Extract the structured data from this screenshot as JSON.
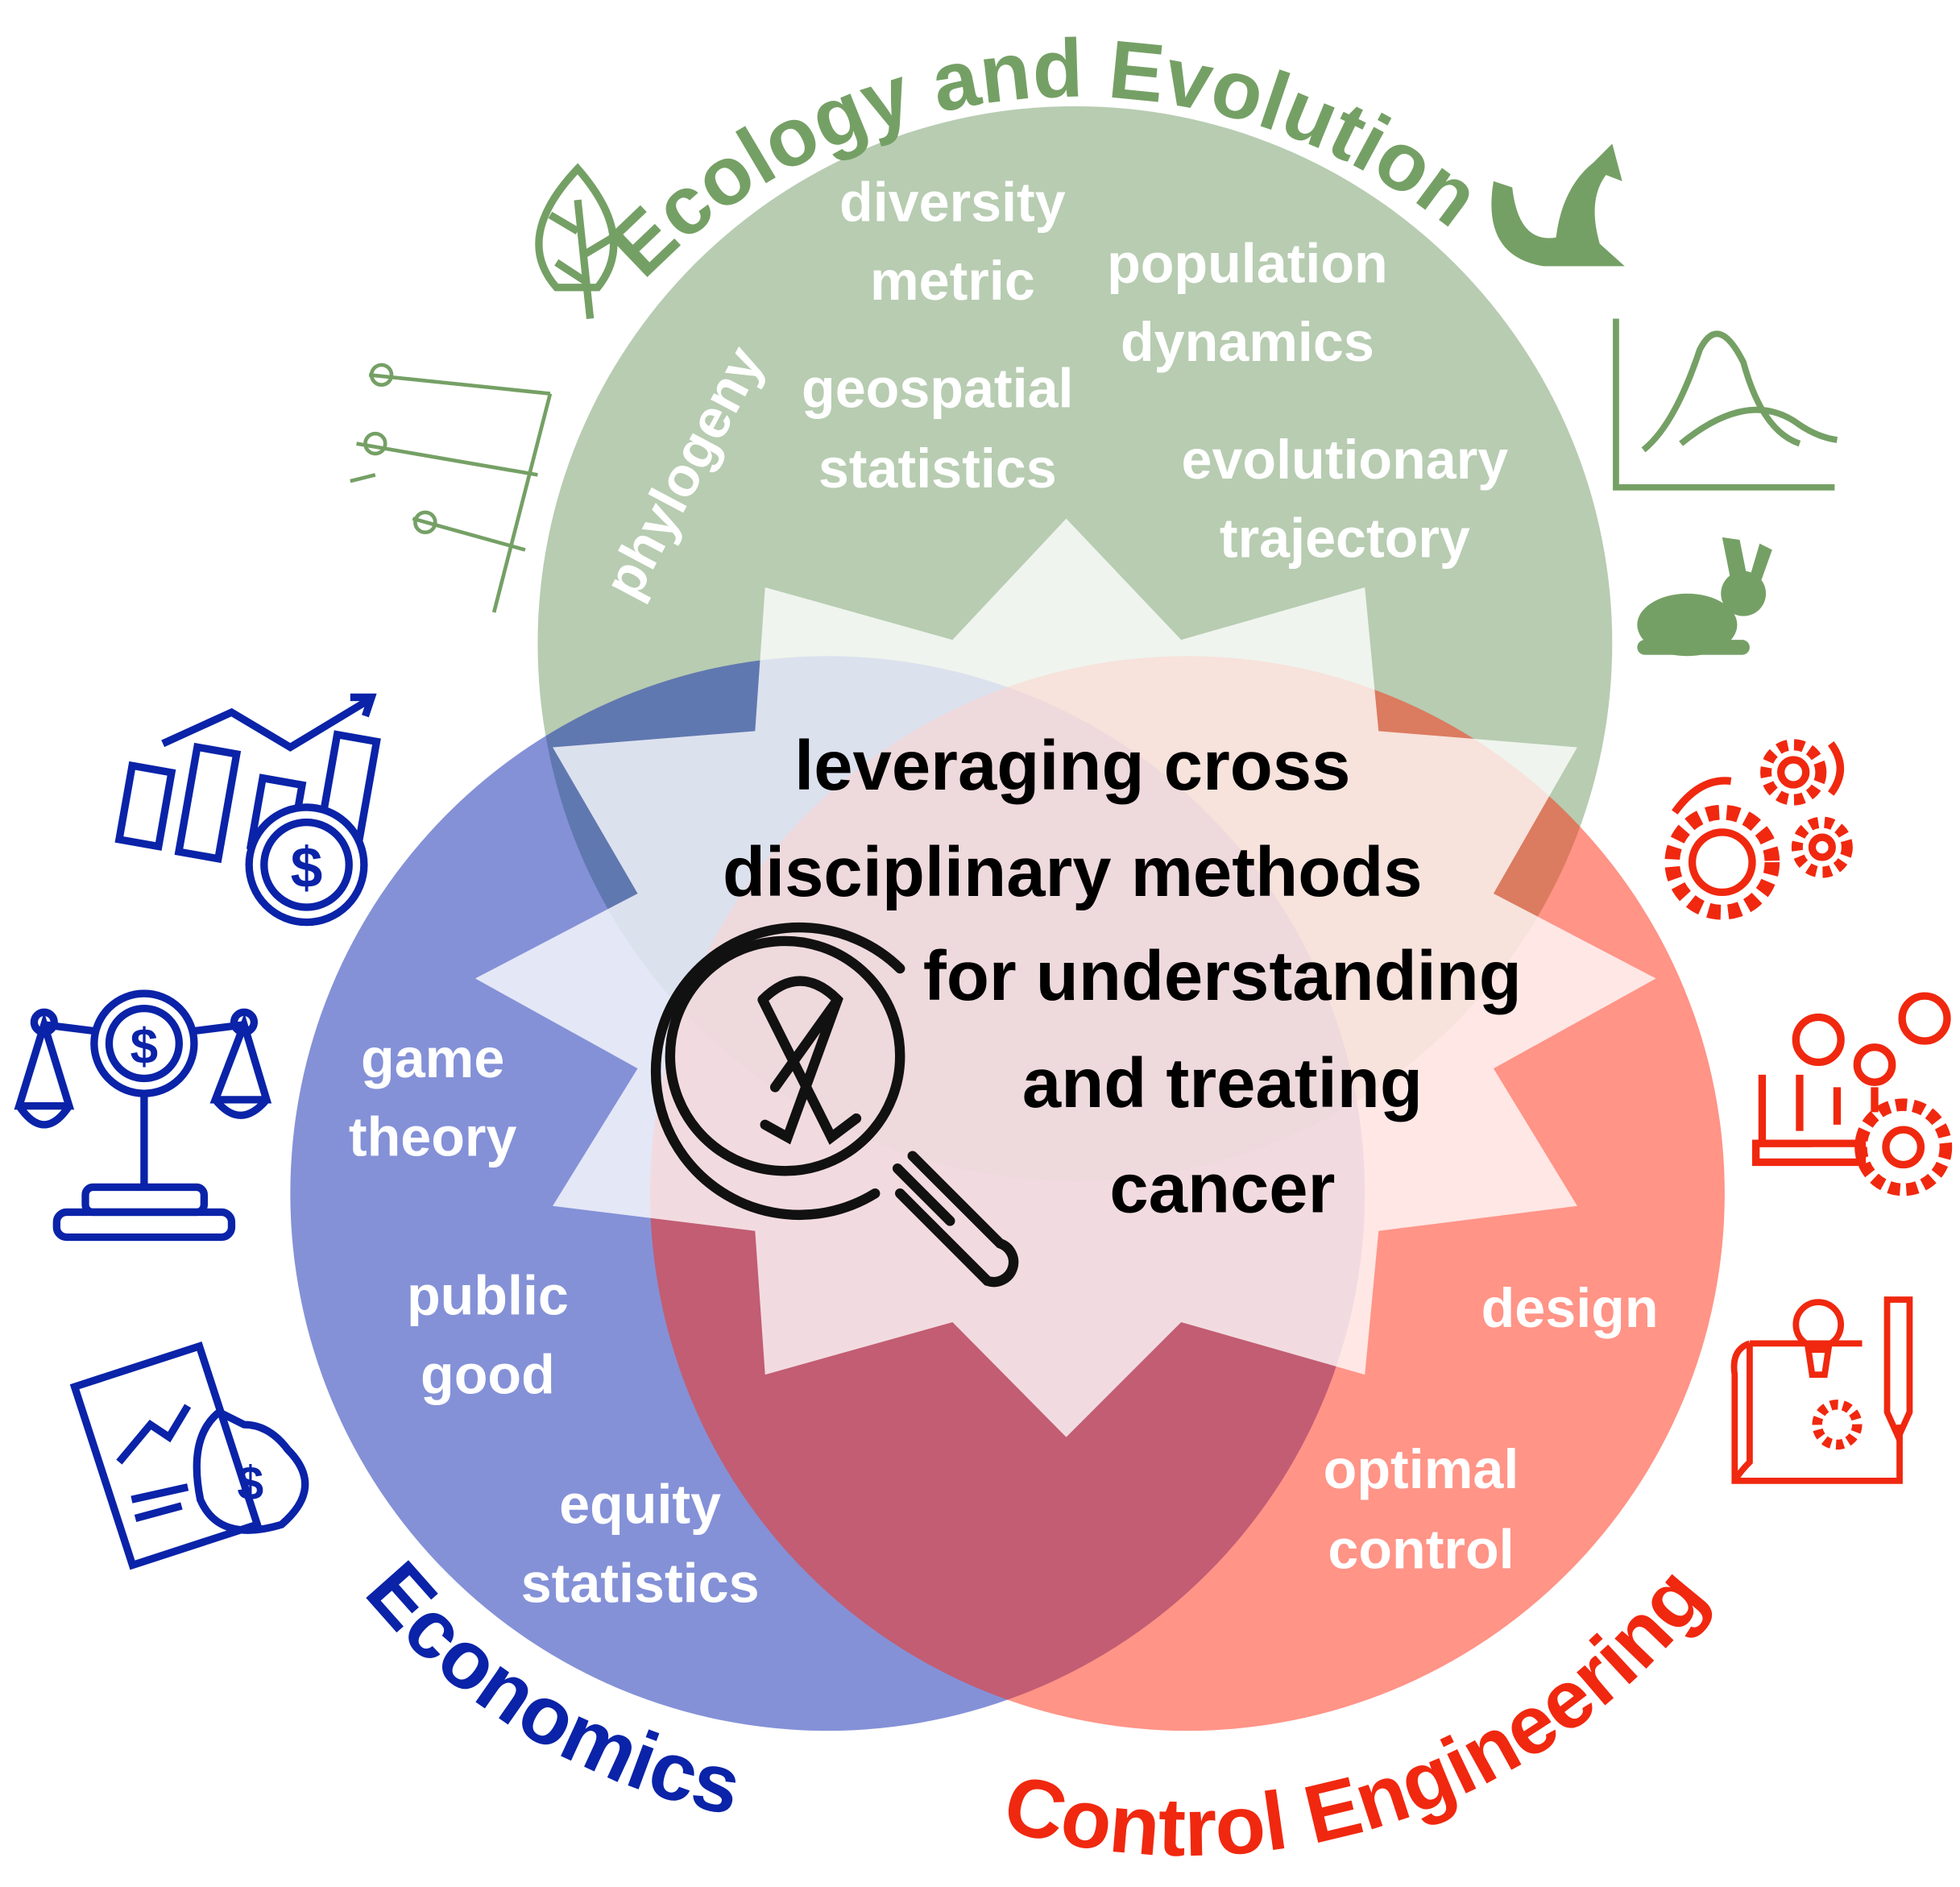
{
  "titles": {
    "ecology": "Ecology and Evolution",
    "economics": "Economics",
    "control": "Control Engineering"
  },
  "colors": {
    "ecology": "#75a065",
    "economics": "#0a23a8",
    "control": "#f0280f"
  },
  "ecology_terms": {
    "diversity_1": "diversity",
    "diversity_2": "metric",
    "population_1": "population",
    "population_2": "dynamics",
    "phylogeny": "phylogeny",
    "geospatial_1": "geospatial",
    "geospatial_2": "statistics",
    "evolutionary_1": "evolutionary",
    "evolutionary_2": "trajectory"
  },
  "economics_terms": {
    "game_1": "game",
    "game_2": "theory",
    "public_1": "public",
    "public_2": "good",
    "equity_1": "equity",
    "equity_2": "statistics"
  },
  "control_terms": {
    "design": "design",
    "optimal_1": "optimal",
    "optimal_2": "control"
  },
  "center_text": {
    "line1": "leveraging cross",
    "line2": "disciplinary methods",
    "line3": "for understanding",
    "line4": "and treating",
    "line5": "cancer"
  },
  "icons": [
    "leaf-icon",
    "fox-icon",
    "distribution-chart-icon",
    "rabbit-icon",
    "evolution-icon",
    "bar-chart-dollar-icon",
    "balance-scale-dollar-icon",
    "clipboard-money-bag-icon",
    "gears-icon",
    "gear-process-icon",
    "design-blueprint-icon",
    "magnifier-ribbon-icon"
  ]
}
